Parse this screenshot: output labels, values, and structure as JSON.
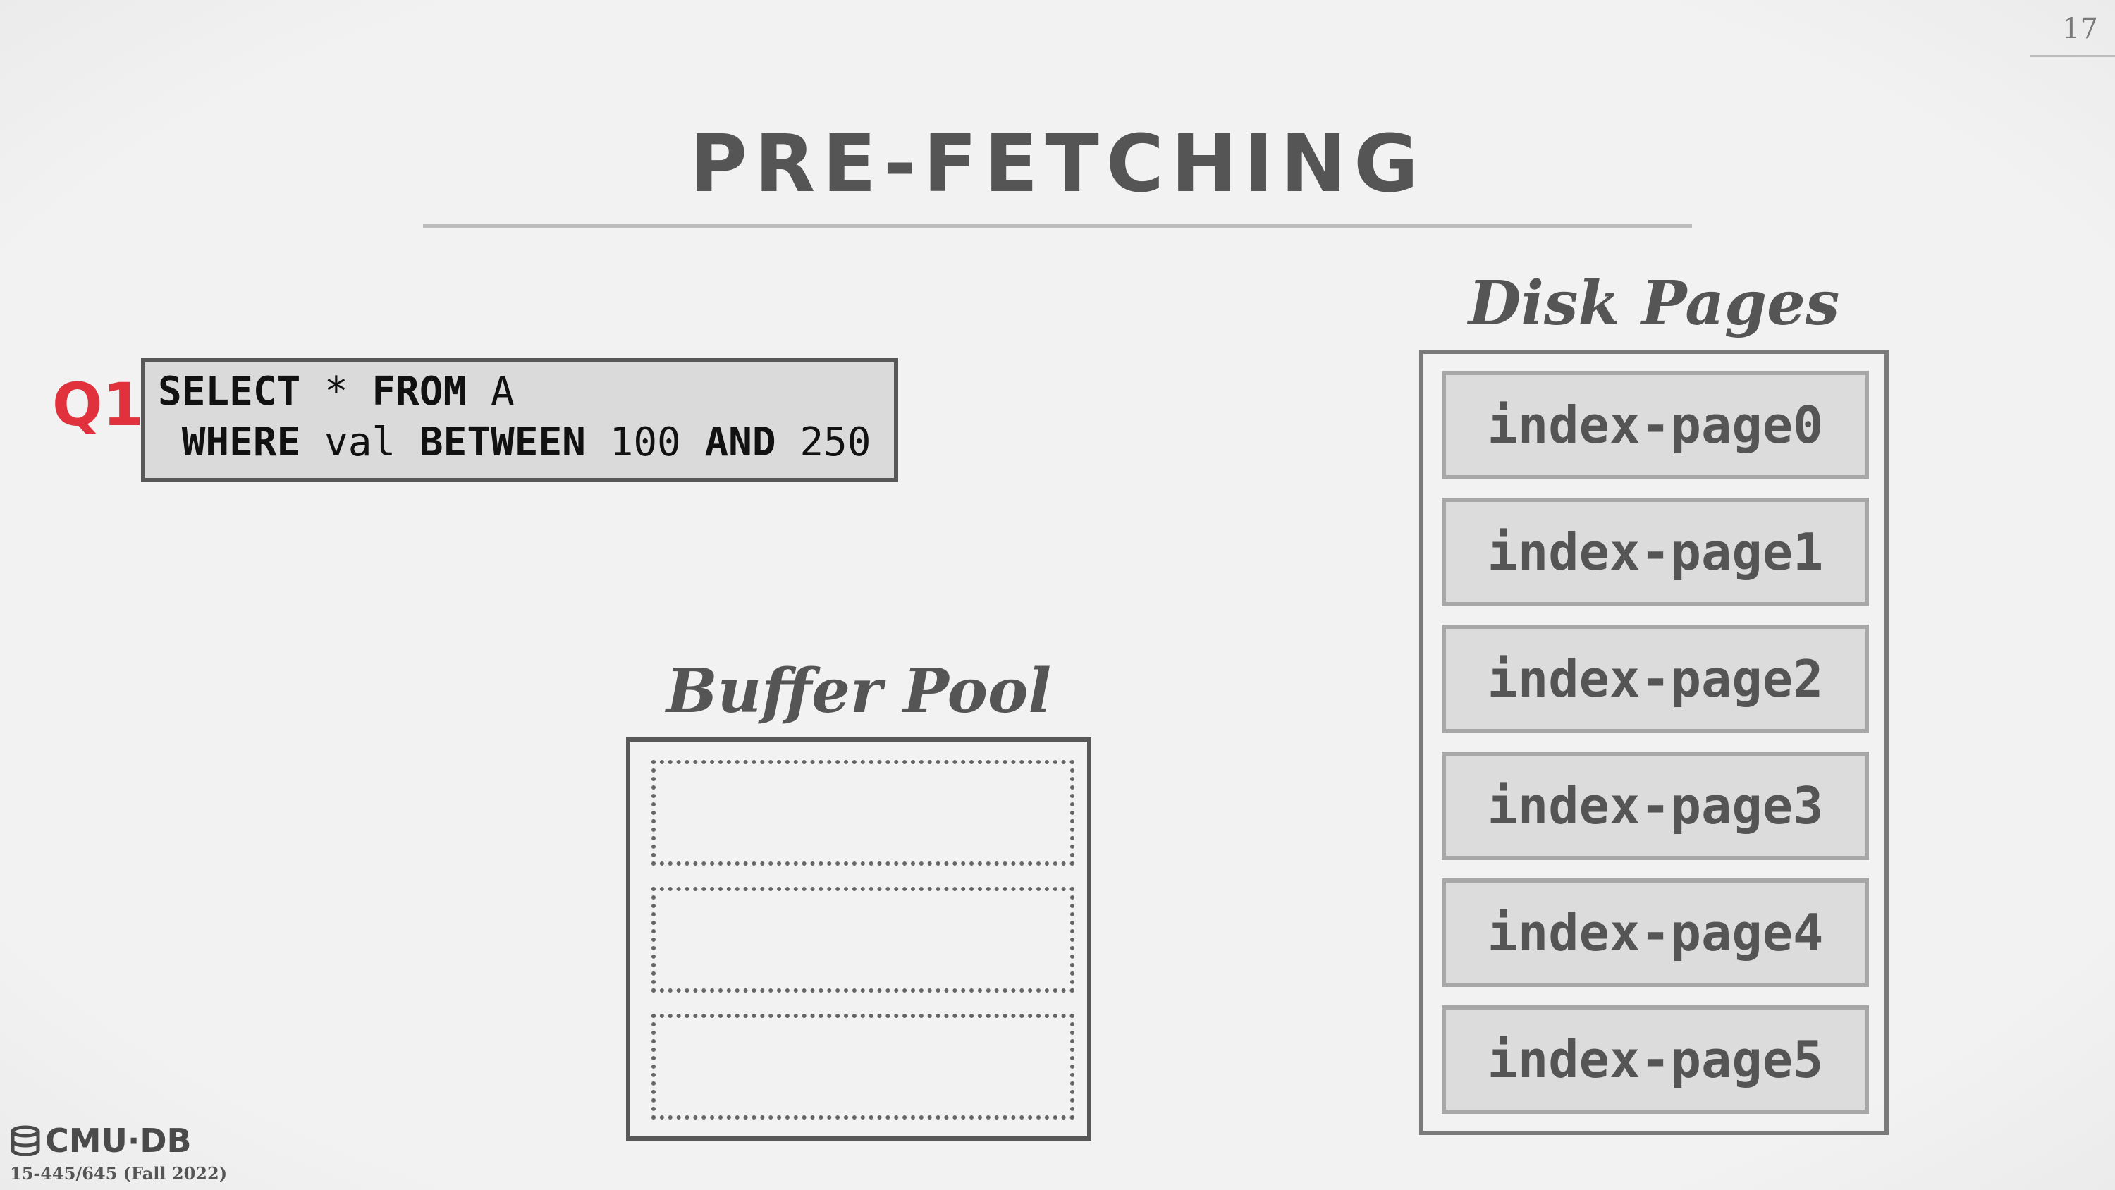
{
  "page_number": "17",
  "title": "PRE-FETCHING",
  "query": {
    "label": "Q1",
    "line1": [
      {
        "text": "SELECT",
        "kw": true
      },
      {
        "text": " * ",
        "kw": false
      },
      {
        "text": "FROM",
        "kw": true
      },
      {
        "text": " A",
        "kw": false
      }
    ],
    "line2": [
      {
        "text": " WHERE",
        "kw": true
      },
      {
        "text": " val ",
        "kw": false
      },
      {
        "text": "BETWEEN",
        "kw": true
      },
      {
        "text": " 100 ",
        "kw": false
      },
      {
        "text": "AND",
        "kw": true
      },
      {
        "text": " 250",
        "kw": false
      }
    ]
  },
  "buffer_pool": {
    "caption": "Buffer Pool",
    "frame_count": 3
  },
  "disk_pages": {
    "caption": "Disk Pages",
    "pages": [
      "index-page0",
      "index-page1",
      "index-page2",
      "index-page3",
      "index-page4",
      "index-page5"
    ]
  },
  "footer": {
    "logo_text": "CMU·DB",
    "logo_icon": "database-icon",
    "course": "15-445/645 (Fall 2022)"
  },
  "colors": {
    "accent": "#e0313d",
    "text_dark": "#555555",
    "box_fill": "#dadada"
  }
}
